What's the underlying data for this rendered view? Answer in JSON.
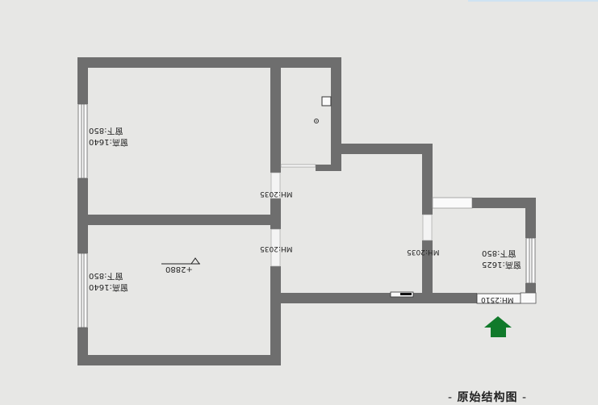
{
  "title": "原始结构图",
  "room_tl": {
    "sill": "窗下:850",
    "height": "窗高:1640"
  },
  "room_bl": {
    "sill": "窗下:850",
    "height": "窗高:1640",
    "elevation": "+2880"
  },
  "room_r": {
    "sill": "窗下:850",
    "height": "窗高:1625"
  },
  "doors": {
    "top": "MH:2035",
    "bottom": "MH:2035",
    "right": "MH:2035",
    "entry": "MH:2510"
  },
  "colors": {
    "wall": "#6e6e6e",
    "background": "#e7e7e5",
    "entry_arrow": "#117a2b"
  },
  "icons": {
    "entry_marker": "up-arrow-icon",
    "level_marker": "elevation-triangle-icon"
  }
}
